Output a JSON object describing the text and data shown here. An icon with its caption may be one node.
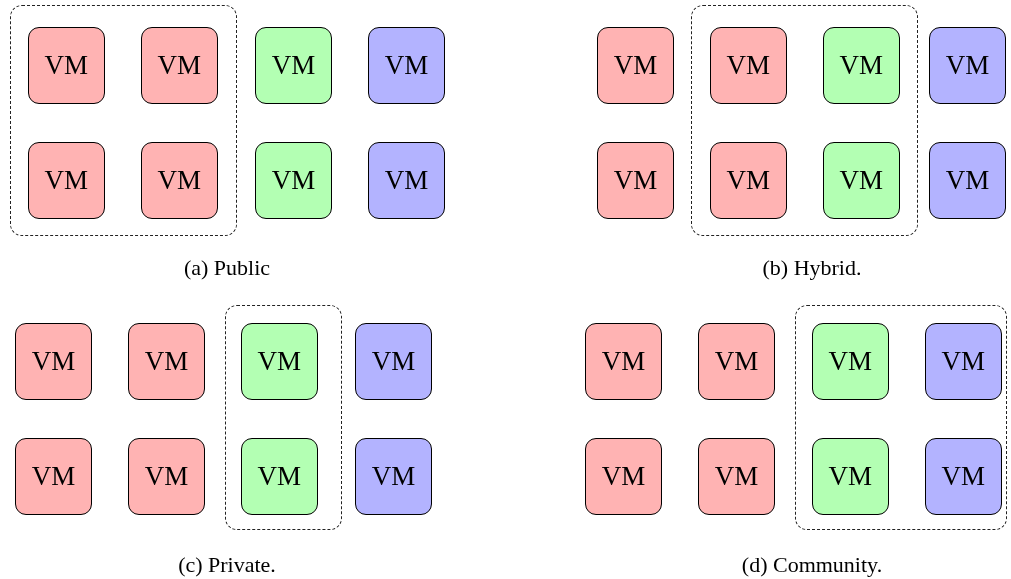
{
  "diagram": {
    "nodes": [
      {
        "text": [],
        "shape": "box"
      },
      {
        "text": [
          "VM"
        ],
        "in": 0
      },
      {
        "text": [
          "VM"
        ],
        "in": 0
      },
      {
        "text": [
          "VM"
        ]
      },
      {
        "text": [
          "VM"
        ]
      },
      {
        "text": [
          "VM"
        ],
        "in": 0
      },
      {
        "text": [
          "VM"
        ],
        "in": 0
      },
      {
        "text": [
          "VM"
        ]
      },
      {
        "text": [
          "VM"
        ]
      },
      {
        "text": [],
        "shape": "box"
      },
      {
        "text": [
          "VM"
        ]
      },
      {
        "text": [
          "VM"
        ],
        "in": 9
      },
      {
        "text": [
          "VM"
        ],
        "in": 9
      },
      {
        "text": [
          "VM"
        ]
      },
      {
        "text": [
          "VM"
        ]
      },
      {
        "text": [
          "VM"
        ],
        "in": 9
      },
      {
        "text": [
          "VM"
        ],
        "in": 9
      },
      {
        "text": [
          "VM"
        ]
      },
      {
        "text": [],
        "shape": "box"
      },
      {
        "text": [
          "VM"
        ]
      },
      {
        "text": [
          "VM"
        ]
      },
      {
        "text": [
          "VM"
        ],
        "in": 18
      },
      {
        "text": [
          "VM"
        ]
      },
      {
        "text": [
          "VM"
        ]
      },
      {
        "text": [
          "VM"
        ]
      },
      {
        "text": [
          "VM"
        ],
        "in": 18
      },
      {
        "text": [
          "VM"
        ]
      },
      {
        "text": [],
        "shape": "box"
      },
      {
        "text": [
          "VM"
        ]
      },
      {
        "text": [
          "VM"
        ]
      },
      {
        "text": [
          "VM"
        ],
        "in": 27
      },
      {
        "text": [
          "VM"
        ],
        "in": 27
      },
      {
        "text": [
          "VM"
        ]
      },
      {
        "text": [
          "VM"
        ]
      },
      {
        "text": [
          "VM"
        ],
        "in": 27
      },
      {
        "text": [
          "VM"
        ],
        "in": 27
      }
    ],
    "edges": [],
    "labels": [
      "(a) Public",
      "(b) Hybrid.",
      "(c) Private.",
      "(d) Community."
    ]
  }
}
